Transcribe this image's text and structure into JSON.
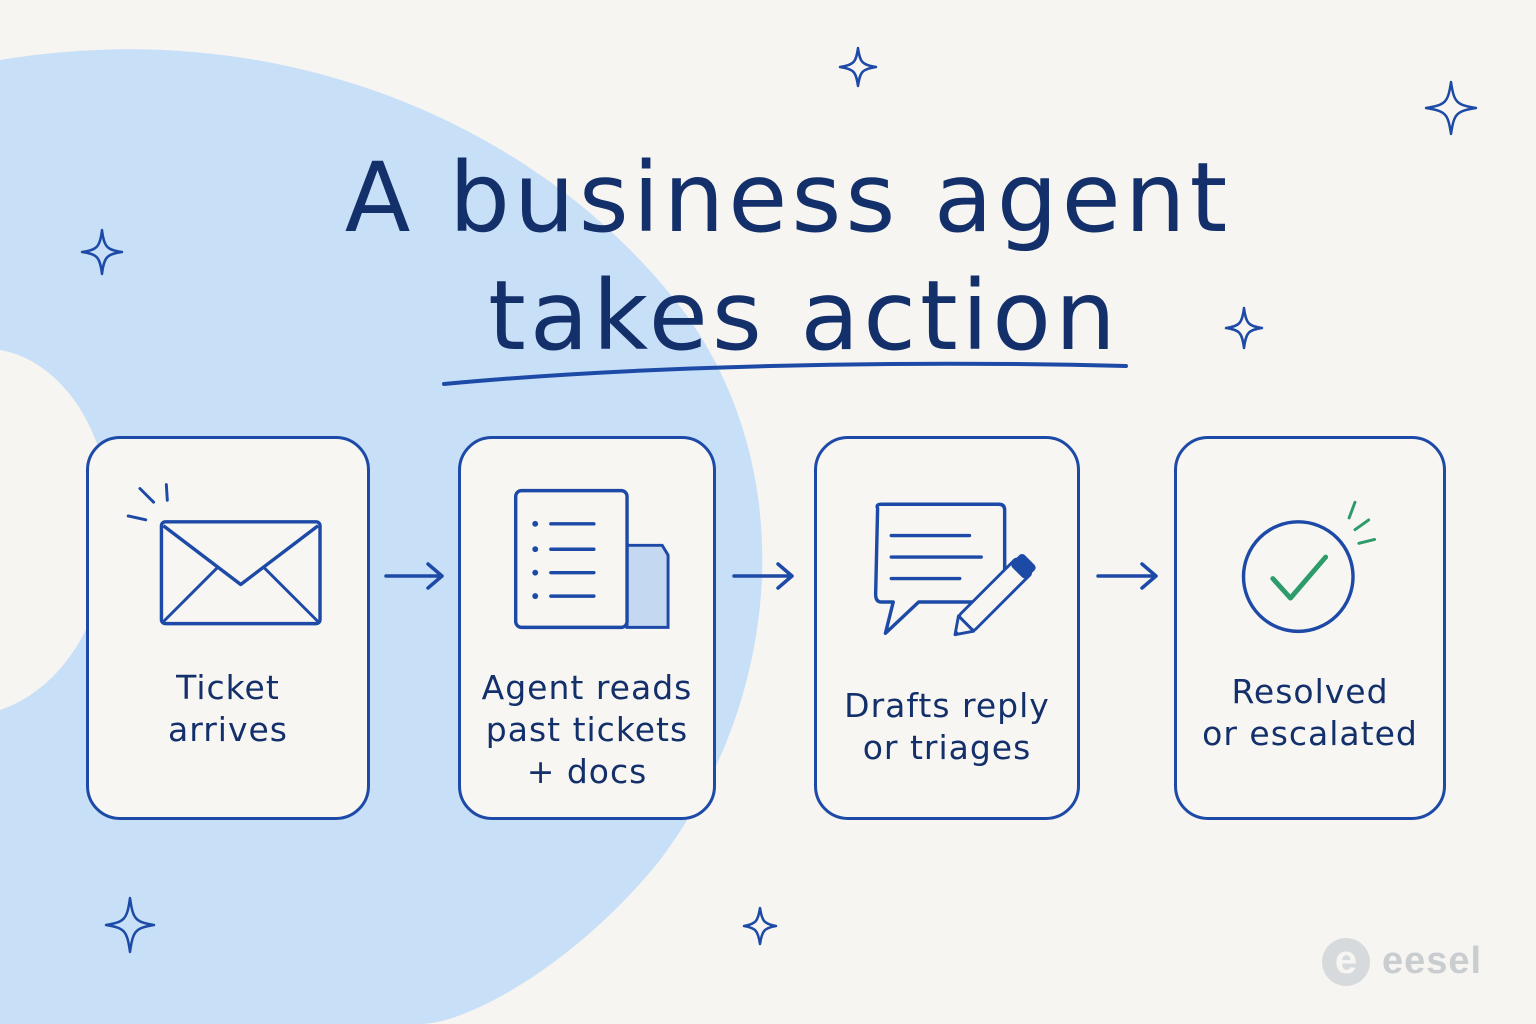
{
  "title": {
    "line1": "A business agent",
    "line2": "takes action"
  },
  "colors": {
    "ink": "#14306b",
    "stroke": "#1d4aa6",
    "blob": "#c8dff8",
    "folder_fill": "#c4d8f1",
    "check": "#2e9b6a",
    "background": "#f6f5f2"
  },
  "steps": [
    {
      "icon": "envelope-icon",
      "lines": [
        "Ticket",
        "arrives"
      ]
    },
    {
      "icon": "document-icon",
      "lines": [
        "Agent reads",
        "past tickets",
        "+ docs"
      ]
    },
    {
      "icon": "chat-pencil-icon",
      "lines": [
        "Drafts reply",
        "or triages"
      ]
    },
    {
      "icon": "check-circle-icon",
      "lines": [
        "Resolved",
        "or escalated"
      ]
    }
  ],
  "brand": {
    "name": "eesel",
    "mark": "e"
  }
}
